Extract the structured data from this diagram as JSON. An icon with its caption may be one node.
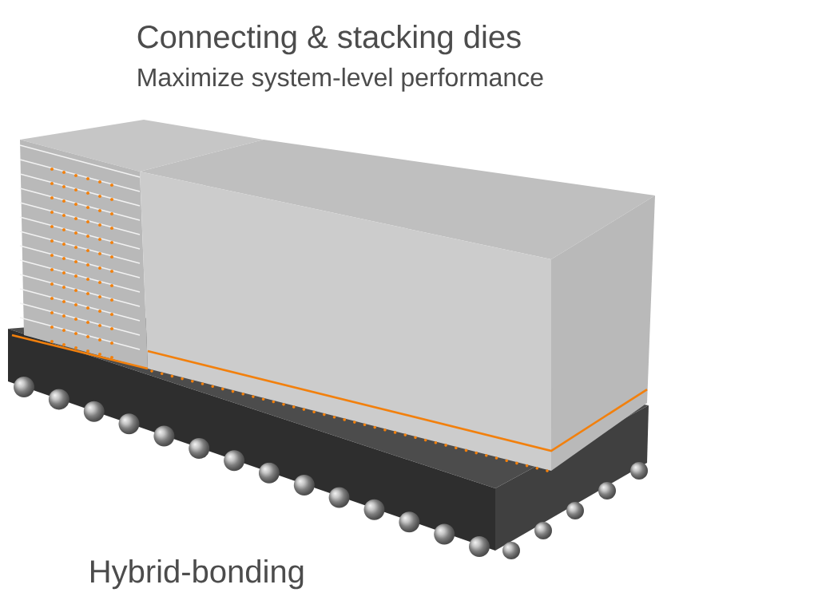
{
  "diagram": {
    "title": "Connecting & stacking dies",
    "labels": [
      "Maximize system-level performance",
      "Hybrid-bonding"
    ]
  }
}
